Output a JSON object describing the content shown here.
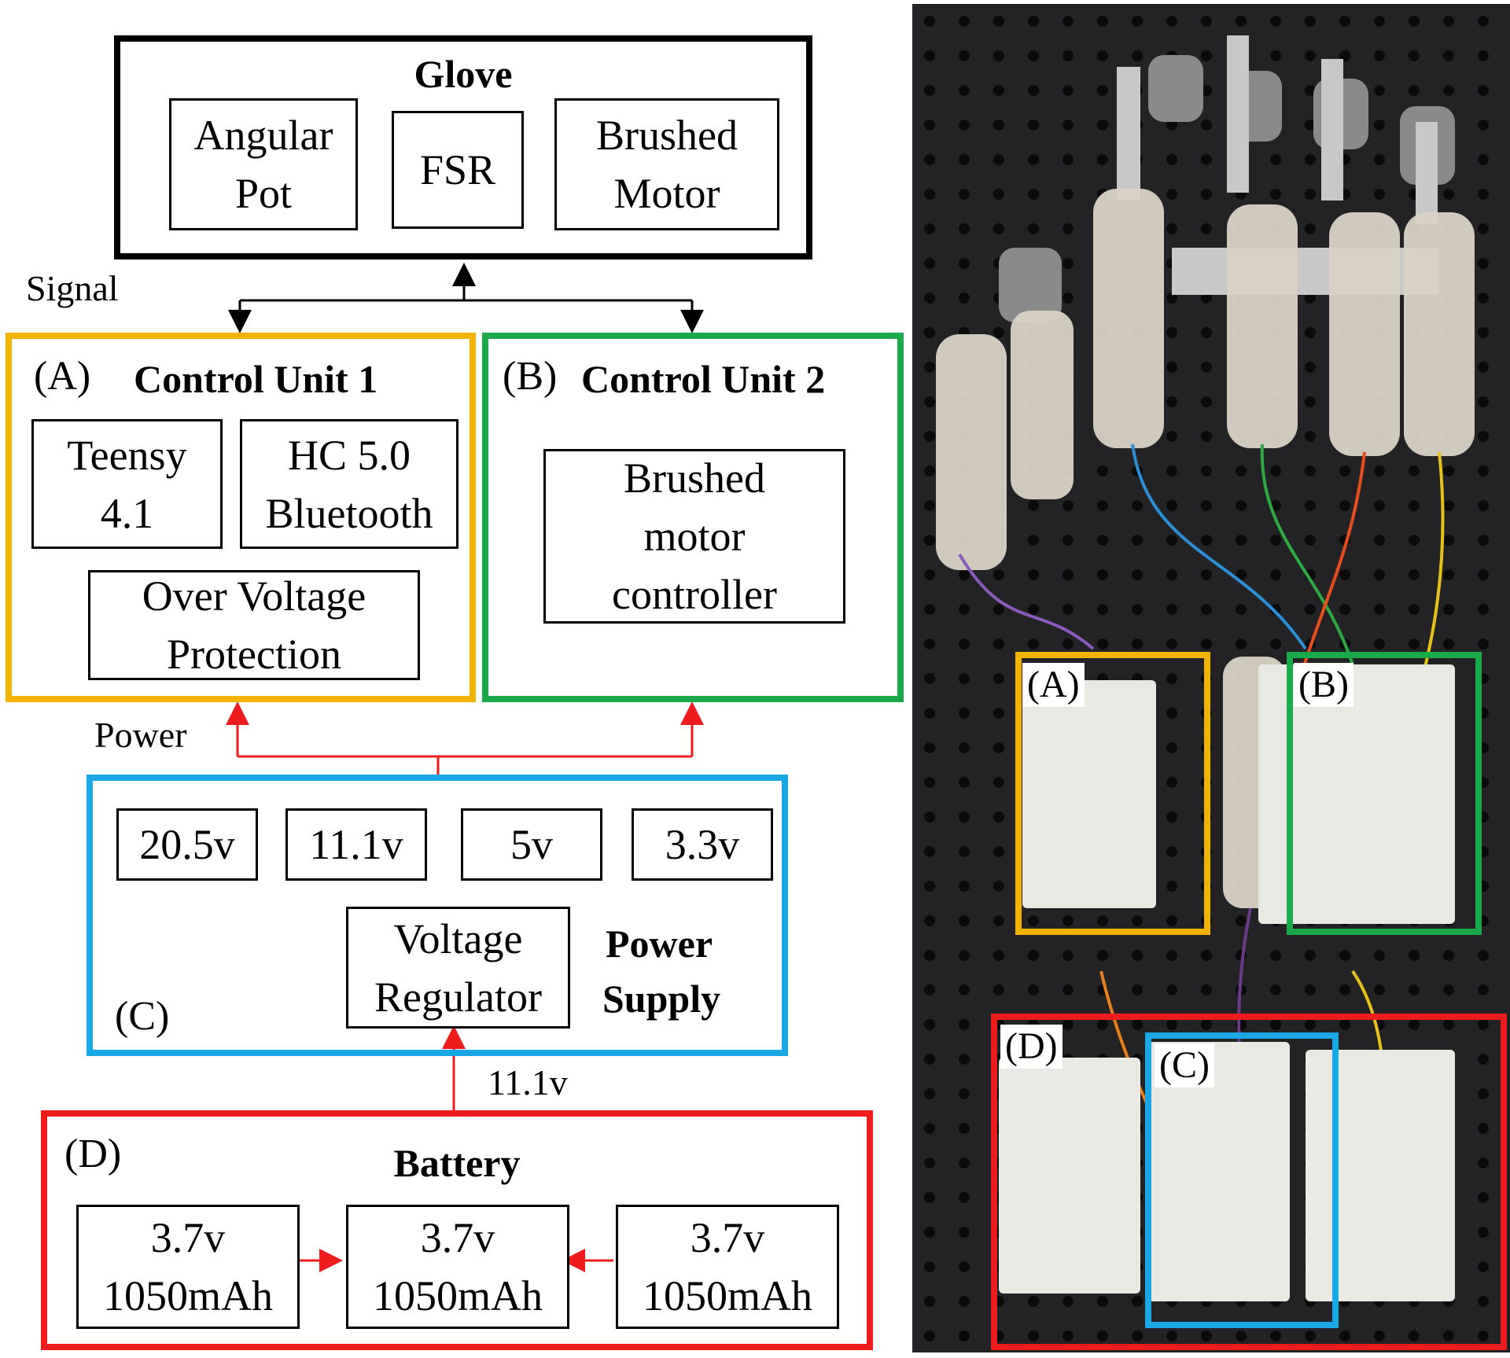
{
  "glove": {
    "title": "Glove",
    "components": [
      {
        "line1": "Angular",
        "line2": "Pot"
      },
      {
        "line1": "FSR",
        "line2": ""
      },
      {
        "line1": "Brushed",
        "line2": "Motor"
      }
    ]
  },
  "signal_label": "Signal",
  "power_label": "Power",
  "control_unit_1": {
    "tag": "(A)",
    "title": "Control Unit 1",
    "color": "#f5b301",
    "components": [
      {
        "line1": "Teensy",
        "line2": "4.1"
      },
      {
        "line1": "HC 5.0",
        "line2": "Bluetooth"
      },
      {
        "line1": "Over Voltage",
        "line2": "Protection"
      }
    ]
  },
  "control_unit_2": {
    "tag": "(B)",
    "title": "Control Unit 2",
    "color": "#1aaa4a",
    "components": [
      {
        "line1": "Brushed",
        "line2": "motor",
        "line3": "controller"
      }
    ]
  },
  "power_supply": {
    "tag": "(C)",
    "title_line1": "Power",
    "title_line2": "Supply",
    "color": "#1aa7e6",
    "voltages": [
      "20.5v",
      "11.1v",
      "5v",
      "3.3v"
    ],
    "regulator": {
      "line1": "Voltage",
      "line2": "Regulator"
    }
  },
  "battery_link_label": "11.1v",
  "battery": {
    "tag": "(D)",
    "title": "Battery",
    "color": "#ee1c1c",
    "cells": [
      {
        "line1": "3.7v",
        "line2": "1050mAh"
      },
      {
        "line1": "3.7v",
        "line2": "1050mAh"
      },
      {
        "line1": "3.7v",
        "line2": "1050mAh"
      }
    ]
  },
  "photo": {
    "tags": [
      "(A)",
      "(B)",
      "(D)",
      "(C)"
    ]
  }
}
